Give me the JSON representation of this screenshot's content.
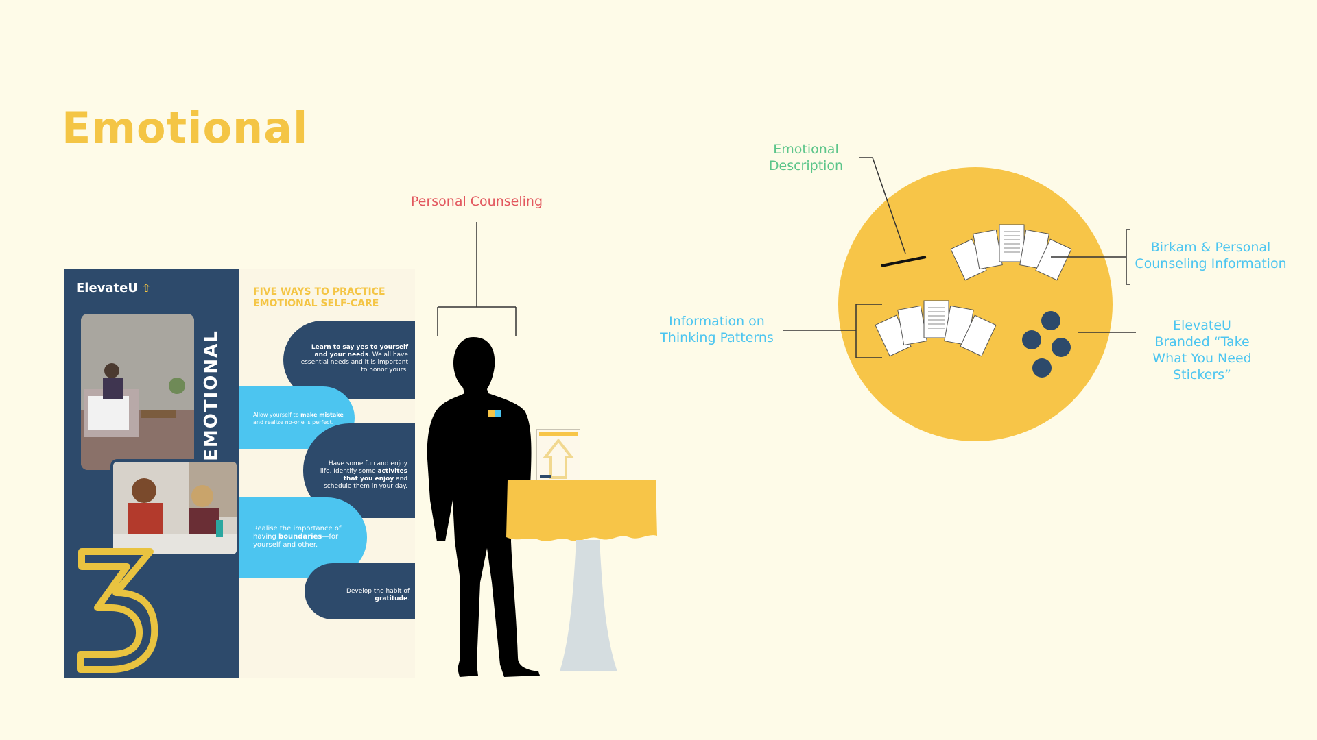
{
  "title": "Emotional",
  "labels": {
    "personal_counseling": "Personal Counseling",
    "emotional_description": "Emotional\nDescription",
    "birkam_info": "Birkam & Personal\nCounseling Information",
    "thinking_patterns": "Information on\nThinking Patterns",
    "stickers": "ElevateU\nBranded “Take\nWhat You Need\nStickers”"
  },
  "poster": {
    "logo": "ElevateU",
    "vertical_title": "EMOTIONAL",
    "big_number": "3",
    "heading": "FIVE WAYS TO PRACTICE EMOTIONAL SELF-CARE",
    "tips": [
      {
        "bold": "Learn to say yes to yourself and your needs",
        "rest": ". We all have essential needs and it is important to honor yours."
      },
      {
        "pre": "Allow yourself to ",
        "bold": "make mistake",
        "rest": " and realize no-one is perfect."
      },
      {
        "pre": "Have some fun and enjoy life. Identify some ",
        "bold": "activites that you enjoy",
        "rest": " and schedule them in your day."
      },
      {
        "pre": "Realise the importance of having ",
        "bold": "boundaries",
        "rest": "—for yourself and other."
      },
      {
        "pre": "Develop the habit of ",
        "bold": "gratitude",
        "rest": "."
      }
    ]
  },
  "colors": {
    "background": "#FEFBE8",
    "yellow": "#F7C548",
    "navy": "#2D4A6B",
    "blue": "#4CC5F0",
    "label_red": "#E2575E",
    "label_green": "#5CC58A",
    "label_blue": "#4CC5F0"
  }
}
